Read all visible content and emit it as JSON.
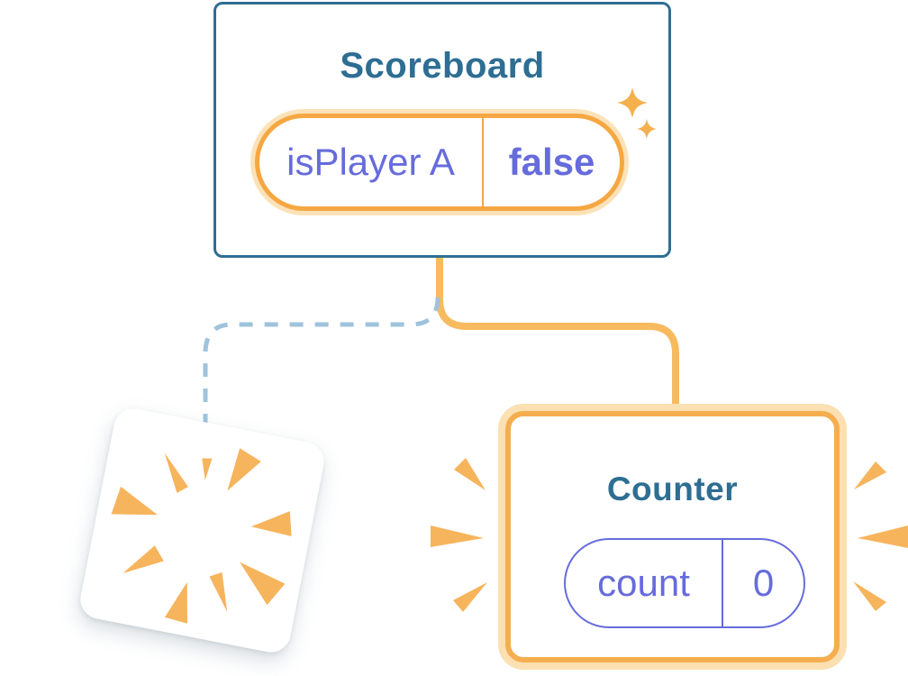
{
  "colors": {
    "teal": "#2E6E93",
    "purple": "#666CDB",
    "pill-orange": "#F5A742",
    "pill-halo": "#FBE2B8",
    "counter-orange": "#F5AE4F",
    "counter-halo": "#FBE0B2",
    "line-orange": "#F8BA5F",
    "line-dash": "#9FC3DC",
    "burst": "#F6B45C",
    "sparkle": "#F5B04E",
    "card-bg": "#FFFFFF"
  },
  "scoreboard": {
    "title": "Scoreboard",
    "state": {
      "key": "isPlayer A",
      "value": "false"
    }
  },
  "counter": {
    "title": "Counter",
    "state": {
      "key": "count",
      "value": "0"
    }
  },
  "icons": {
    "sparkle": "four-point-star",
    "poof": "destroyed-burst-rays",
    "emphasis": "appear-burst-marks"
  }
}
